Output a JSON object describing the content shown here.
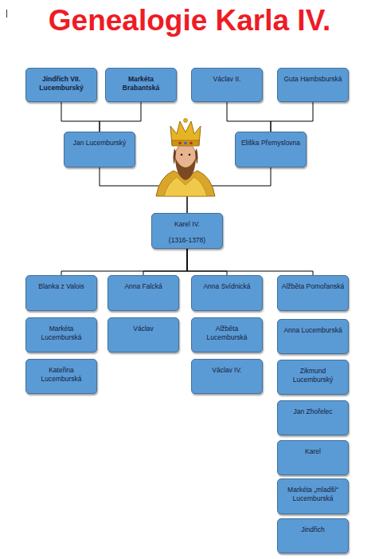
{
  "diagram": {
    "title": "Genealogie Karla IV.",
    "nodes": [
      {
        "text": [
          "Jindřich VII. Lucemburský"
        ]
      },
      {
        "text": [
          "Markéta Brabantská"
        ]
      },
      {
        "text": [
          "Václav II."
        ]
      },
      {
        "text": [
          "Guta Hambsburská"
        ]
      },
      {
        "text": [
          "Jan Lucemburský"
        ]
      },
      {
        "text": [
          "Eliška Přemyslovna"
        ]
      },
      {
        "text": [
          "Karel IV.",
          "(1316-1378)"
        ]
      },
      {
        "text": [
          "Blanka z Valois"
        ]
      },
      {
        "text": [
          "Anna Falcká"
        ]
      },
      {
        "text": [
          "Anna Svídnická"
        ]
      },
      {
        "text": [
          "Alžběta Pomořanská"
        ]
      },
      {
        "text": [
          "Markéta Lucemburská"
        ]
      },
      {
        "text": [
          "Kateřina Lucemburská"
        ]
      },
      {
        "text": [
          "Václav"
        ]
      },
      {
        "text": [
          "Alžběta Lucemburská"
        ]
      },
      {
        "text": [
          "Václav IV."
        ]
      },
      {
        "text": [
          "Anna Lucemburská"
        ]
      },
      {
        "text": [
          "Zikmund Lucemburský"
        ]
      },
      {
        "text": [
          "Jan Zhořelec"
        ]
      },
      {
        "text": [
          "Karel"
        ]
      },
      {
        "text": [
          "Markéta „mladší“ Lucemburská"
        ]
      },
      {
        "text": [
          "Jindřich"
        ]
      }
    ],
    "edges": [
      {
        "from": 0,
        "to": 4,
        "arrow": "none"
      },
      {
        "from": 1,
        "to": 4,
        "arrow": "none"
      },
      {
        "from": 2,
        "to": 5,
        "arrow": "none"
      },
      {
        "from": 3,
        "to": 5,
        "arrow": "none"
      },
      {
        "from": 4,
        "to": 6,
        "arrow": "none"
      },
      {
        "from": 5,
        "to": 6,
        "arrow": "none"
      },
      {
        "from": 6,
        "to": 7,
        "arrow": "none"
      },
      {
        "from": 6,
        "to": 8,
        "arrow": "none"
      },
      {
        "from": 6,
        "to": 9,
        "arrow": "none"
      },
      {
        "from": 6,
        "to": 10,
        "arrow": "none"
      }
    ]
  }
}
